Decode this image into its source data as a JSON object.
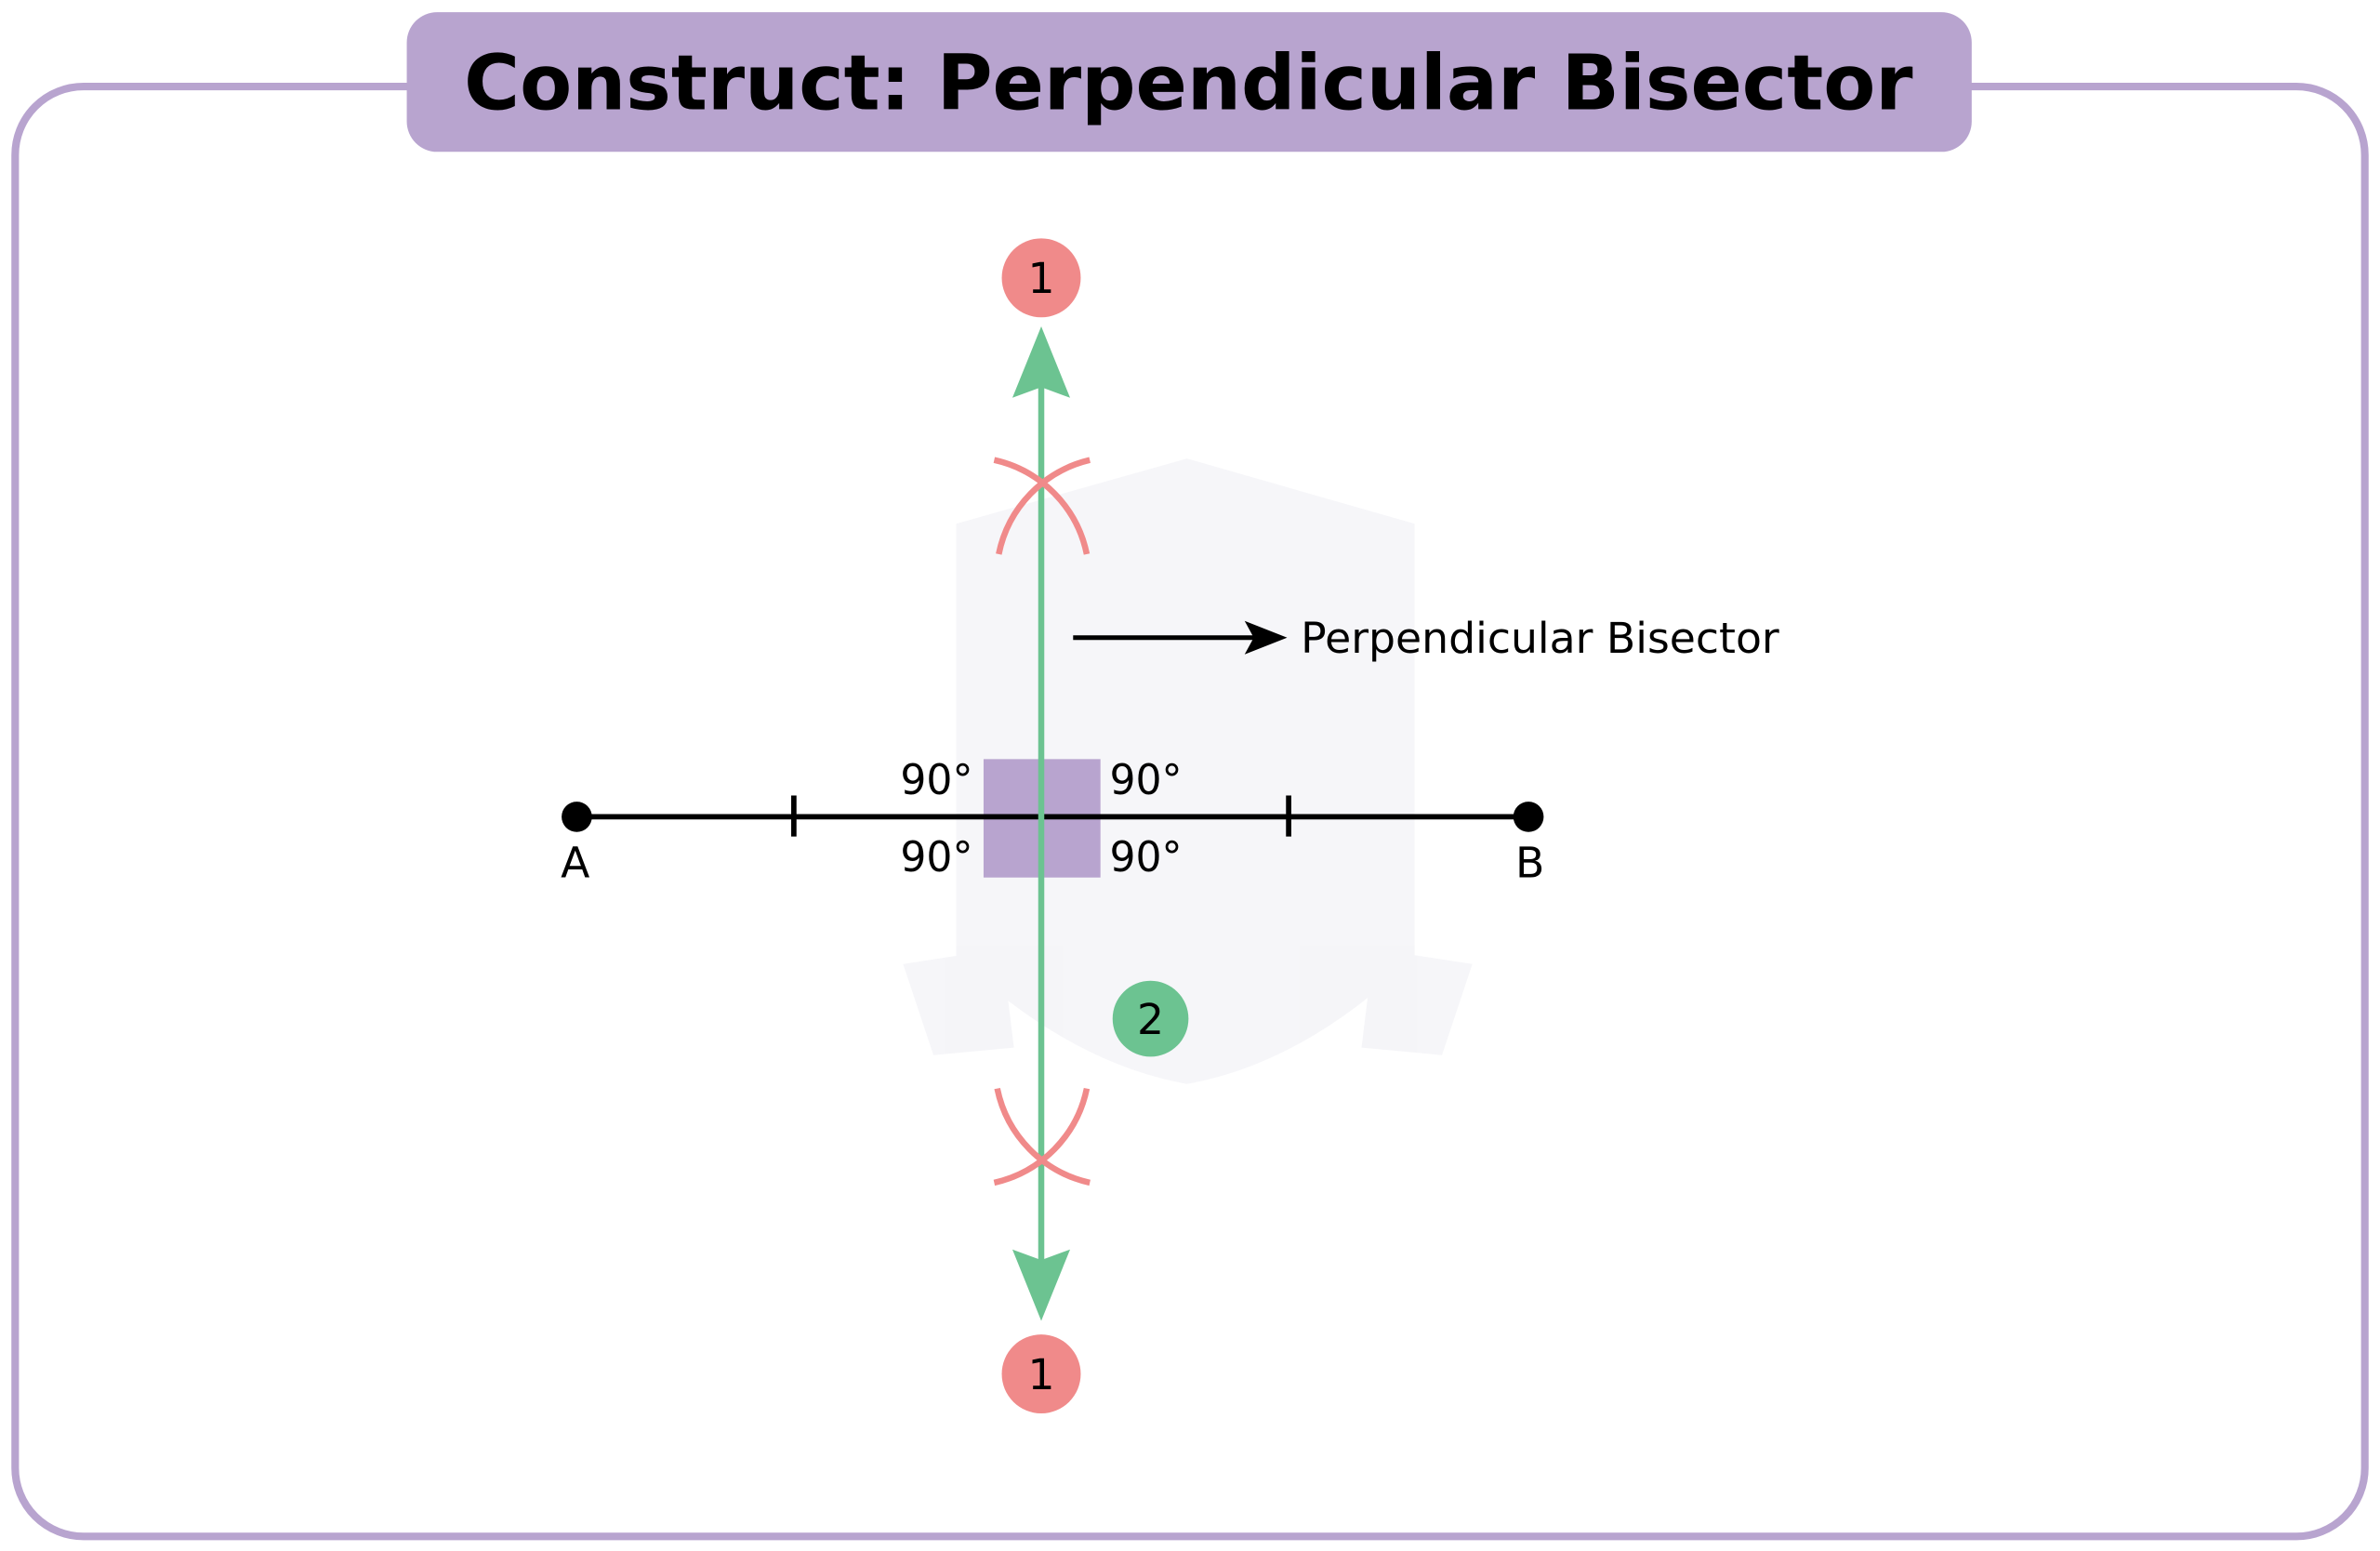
{
  "title": "Construct: Perpendicular Bisector",
  "points": {
    "a": "A",
    "b": "B"
  },
  "angles": {
    "top_left": "90°",
    "top_right": "90°",
    "bottom_left": "90°",
    "bottom_right": "90°"
  },
  "annotation": "Perpendicular Bisector",
  "steps": {
    "top": "1",
    "bottom": "1",
    "middle": "2"
  },
  "colors": {
    "frame": "#b8a4cf",
    "green": "#6cc391",
    "pink": "#f08a8a",
    "ink": "#000000"
  }
}
